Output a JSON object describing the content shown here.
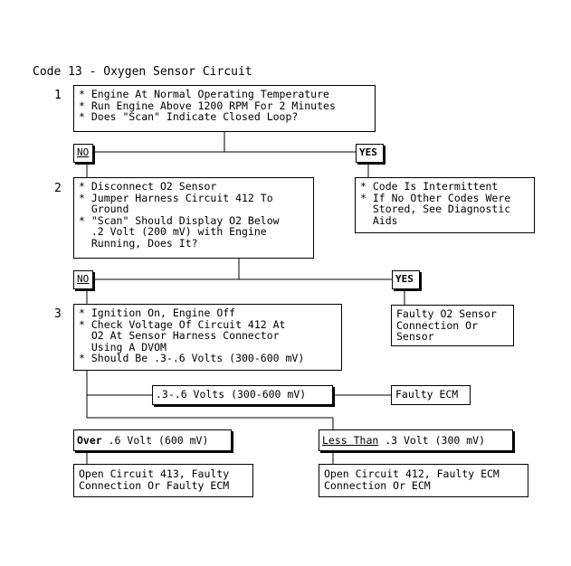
{
  "title": "Code 13 - Oxygen Sensor Circuit",
  "steps": {
    "s1": "1",
    "s2": "2",
    "s3": "3"
  },
  "box1": [
    "* Engine At Normal Operating Temperature",
    "* Run Engine Above 1200 RPM For 2 Minutes",
    "* Does \"Scan\" Indicate Closed Loop?"
  ],
  "no1": "NO",
  "yes1": "YES",
  "yes1_result": [
    "* Code Is Intermittent",
    "* If No Other Codes Were",
    "  Stored, See Diagnostic",
    "  Aids"
  ],
  "box2": [
    "* Disconnect O2 Sensor",
    "* Jumper Harness Circuit 412 To",
    "  Ground",
    "* \"Scan\" Should Display O2 Below",
    "  .2 Volt (200 mV) with Engine",
    "  Running, Does It?"
  ],
  "no2": "NO",
  "yes2": "YES",
  "yes2_result": [
    "Faulty O2 Sensor",
    "Connection Or",
    "Sensor"
  ],
  "box3": [
    "* Ignition On, Engine Off",
    "* Check Voltage Of Circuit 412 At",
    "  O2 At Sensor Harness Connector",
    "  Using A DVOM",
    "* Should Be .3-.6 Volts (300-600 mV)"
  ],
  "mid_label": ".3-.6 Volts (300-600 mV)",
  "mid_result": "Faulty ECM",
  "over_label": {
    "bold": "Over",
    "rest": " .6 Volt (600 mV)"
  },
  "less_label": {
    "underlined": "Less Than",
    "rest": " .3 Volt (300 mV)"
  },
  "over_result": [
    "Open Circuit 413, Faulty",
    "Connection Or Faulty ECM"
  ],
  "less_result": [
    "Open Circuit 412, Faulty ECM",
    "Connection Or ECM"
  ]
}
